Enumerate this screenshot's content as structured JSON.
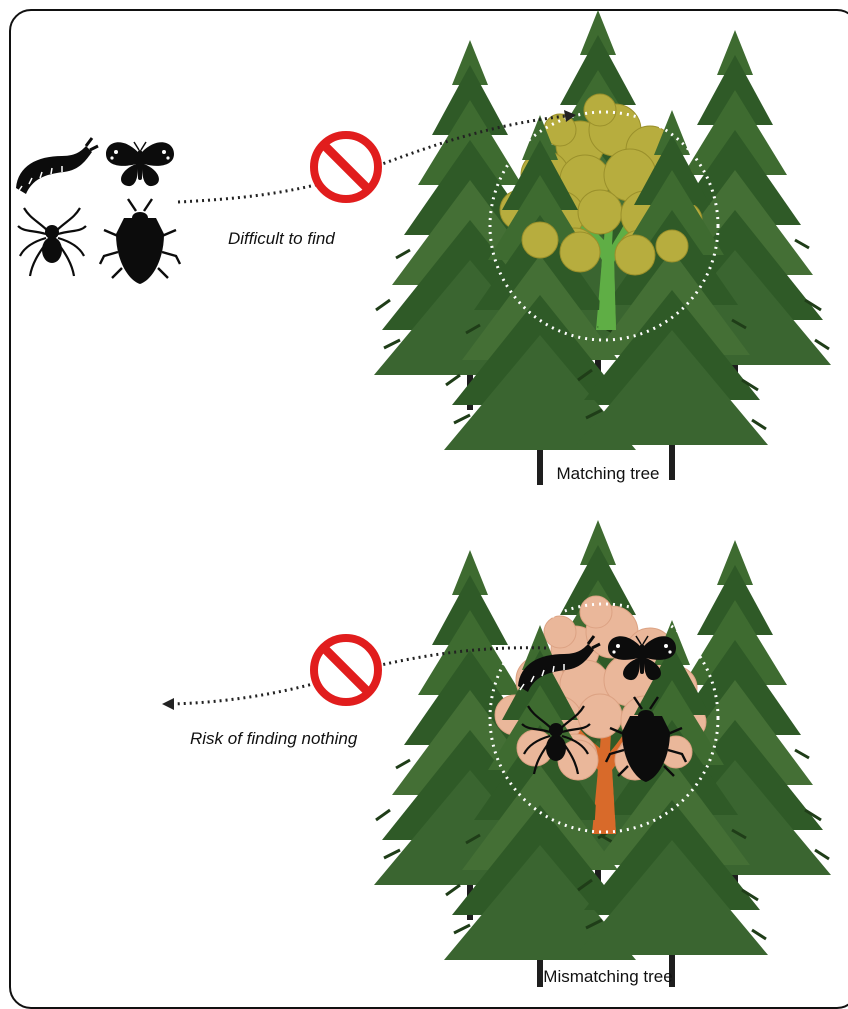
{
  "panels": [
    {
      "id": "top",
      "arrow_label": "Difficult to find",
      "tree_label": "Matching tree",
      "crown_color": "#b7ad3e",
      "trunk_color": "#5fae45"
    },
    {
      "id": "bottom",
      "arrow_label": "Risk of finding nothing",
      "tree_label": "Mismatching tree",
      "crown_color": "#eab79a",
      "trunk_color": "#d86a2a"
    }
  ],
  "colors": {
    "spruce_dark": "#2f4f23",
    "spruce_mid": "#3e6b30",
    "spruce_light": "#557f3f",
    "no_sign_red": "#e11d1d",
    "insect": "#0c0c0c"
  },
  "icons": [
    "caterpillar-icon",
    "butterfly-icon",
    "spider-icon",
    "stink-bug-icon",
    "no-entry-icon"
  ]
}
